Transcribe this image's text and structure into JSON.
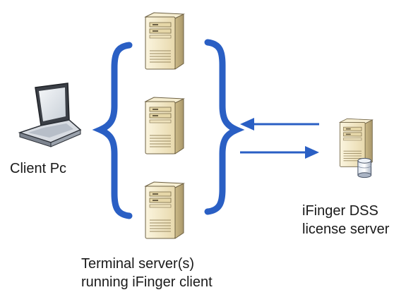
{
  "nodes": {
    "client": {
      "label": "Client Pc",
      "icon": "laptop-icon"
    },
    "terminal_servers": {
      "label_line1": "Terminal server(s)",
      "label_line2": "running iFinger client",
      "icon": "tower-server-icon",
      "count": 3
    },
    "license_server": {
      "label_line1": "iFinger DSS",
      "label_line2": "license server",
      "icon": "database-server-icon"
    }
  },
  "connections": [
    {
      "from": "license_server",
      "to": "terminal_servers",
      "direction": "left"
    },
    {
      "from": "terminal_servers",
      "to": "license_server",
      "direction": "right"
    }
  ],
  "colors": {
    "accent": "#2a5fc4",
    "server_body": "#efe4c2",
    "server_shadow": "#c9b98e",
    "text": "#1a1a1a"
  }
}
